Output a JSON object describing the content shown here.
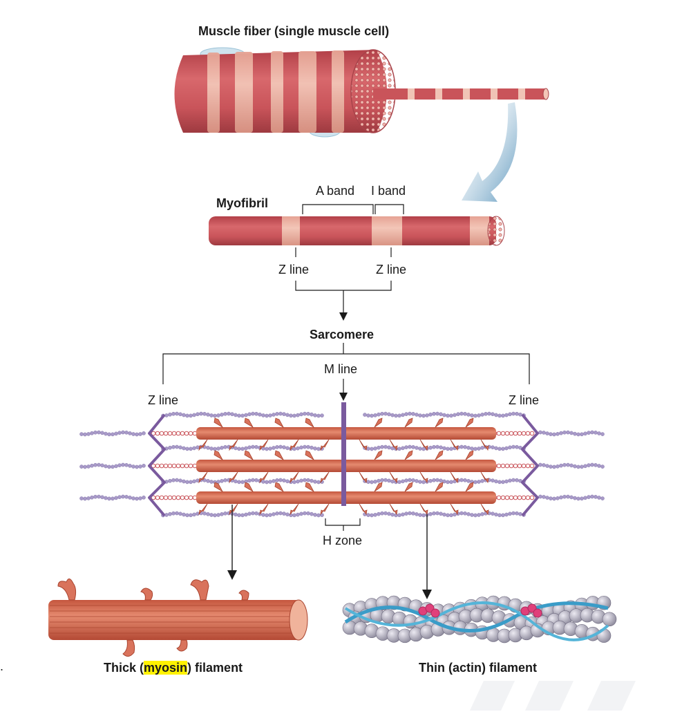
{
  "labels": {
    "muscle_fiber": "Muscle fiber (single muscle cell)",
    "myofibril": "Myofibril",
    "a_band": "A band",
    "i_band": "I band",
    "z_line_left": "Z line",
    "z_line_right": "Z line",
    "sarcomere": "Sarcomere",
    "m_line": "M line",
    "z_line_sarc_left": "Z line",
    "z_line_sarc_right": "Z line",
    "h_zone": "H zone",
    "thick_prefix": "Thick (",
    "thick_highlight": "myosin",
    "thick_suffix": ") filament",
    "thin": "Thin (actin) filament",
    "stray_mark": "."
  },
  "colors": {
    "muscle_red": "#c9545a",
    "muscle_light": "#eeb5a6",
    "myosin": "#d9735c",
    "actin": "#a89ac8",
    "z_line": "#7a5a9e",
    "arrow_blue": "#6fa3c4",
    "highlight": "#fff200"
  }
}
